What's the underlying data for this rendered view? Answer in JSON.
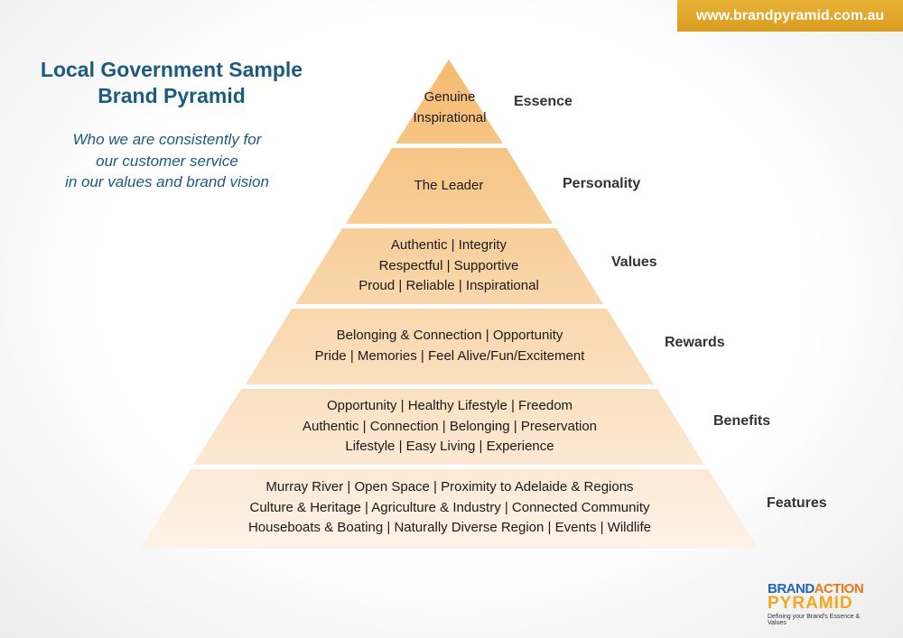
{
  "banner": {
    "url": "www.brandpyramid.com.au"
  },
  "title": {
    "line1": "Local Government Sample",
    "line2": "Brand Pyramid"
  },
  "subtitle": {
    "line1": "Who we are consistently for",
    "line2": "our customer service",
    "line3": "in our values and brand vision"
  },
  "layers": [
    {
      "name": "Essence",
      "lines": [
        "Genuine",
        "Inspirational"
      ]
    },
    {
      "name": "Personality",
      "lines": [
        "The Leader"
      ]
    },
    {
      "name": "Values",
      "lines": [
        "Authentic | Integrity",
        "Respectful | Supportive",
        "Proud | Reliable | Inspirational"
      ]
    },
    {
      "name": "Rewards",
      "lines": [
        "Belonging & Connection | Opportunity",
        "Pride | Memories | Feel Alive/Fun/Excitement"
      ]
    },
    {
      "name": "Benefits",
      "lines": [
        "Opportunity | Healthy Lifestyle | Freedom",
        "Authentic | Connection | Belonging | Preservation",
        "Lifestyle | Easy Living | Experience"
      ]
    },
    {
      "name": "Features",
      "lines": [
        "Murray River | Open Space | Proximity to Adelaide & Regions",
        "Culture & Heritage | Agriculture & Industry | Connected Community",
        "Houseboats & Boating | Naturally Diverse Region | Events | Wildlife"
      ]
    }
  ],
  "logo": {
    "word1a": "BRAND",
    "word1b": "ACTION",
    "word2": "PYRAMID",
    "tagline": "Defining your Brand's Essence & Values"
  },
  "colors": {
    "top": "#f5bb70",
    "bottom": "#fdf2e8",
    "accent": "#1c5b7e",
    "banner": "#e0a526"
  }
}
